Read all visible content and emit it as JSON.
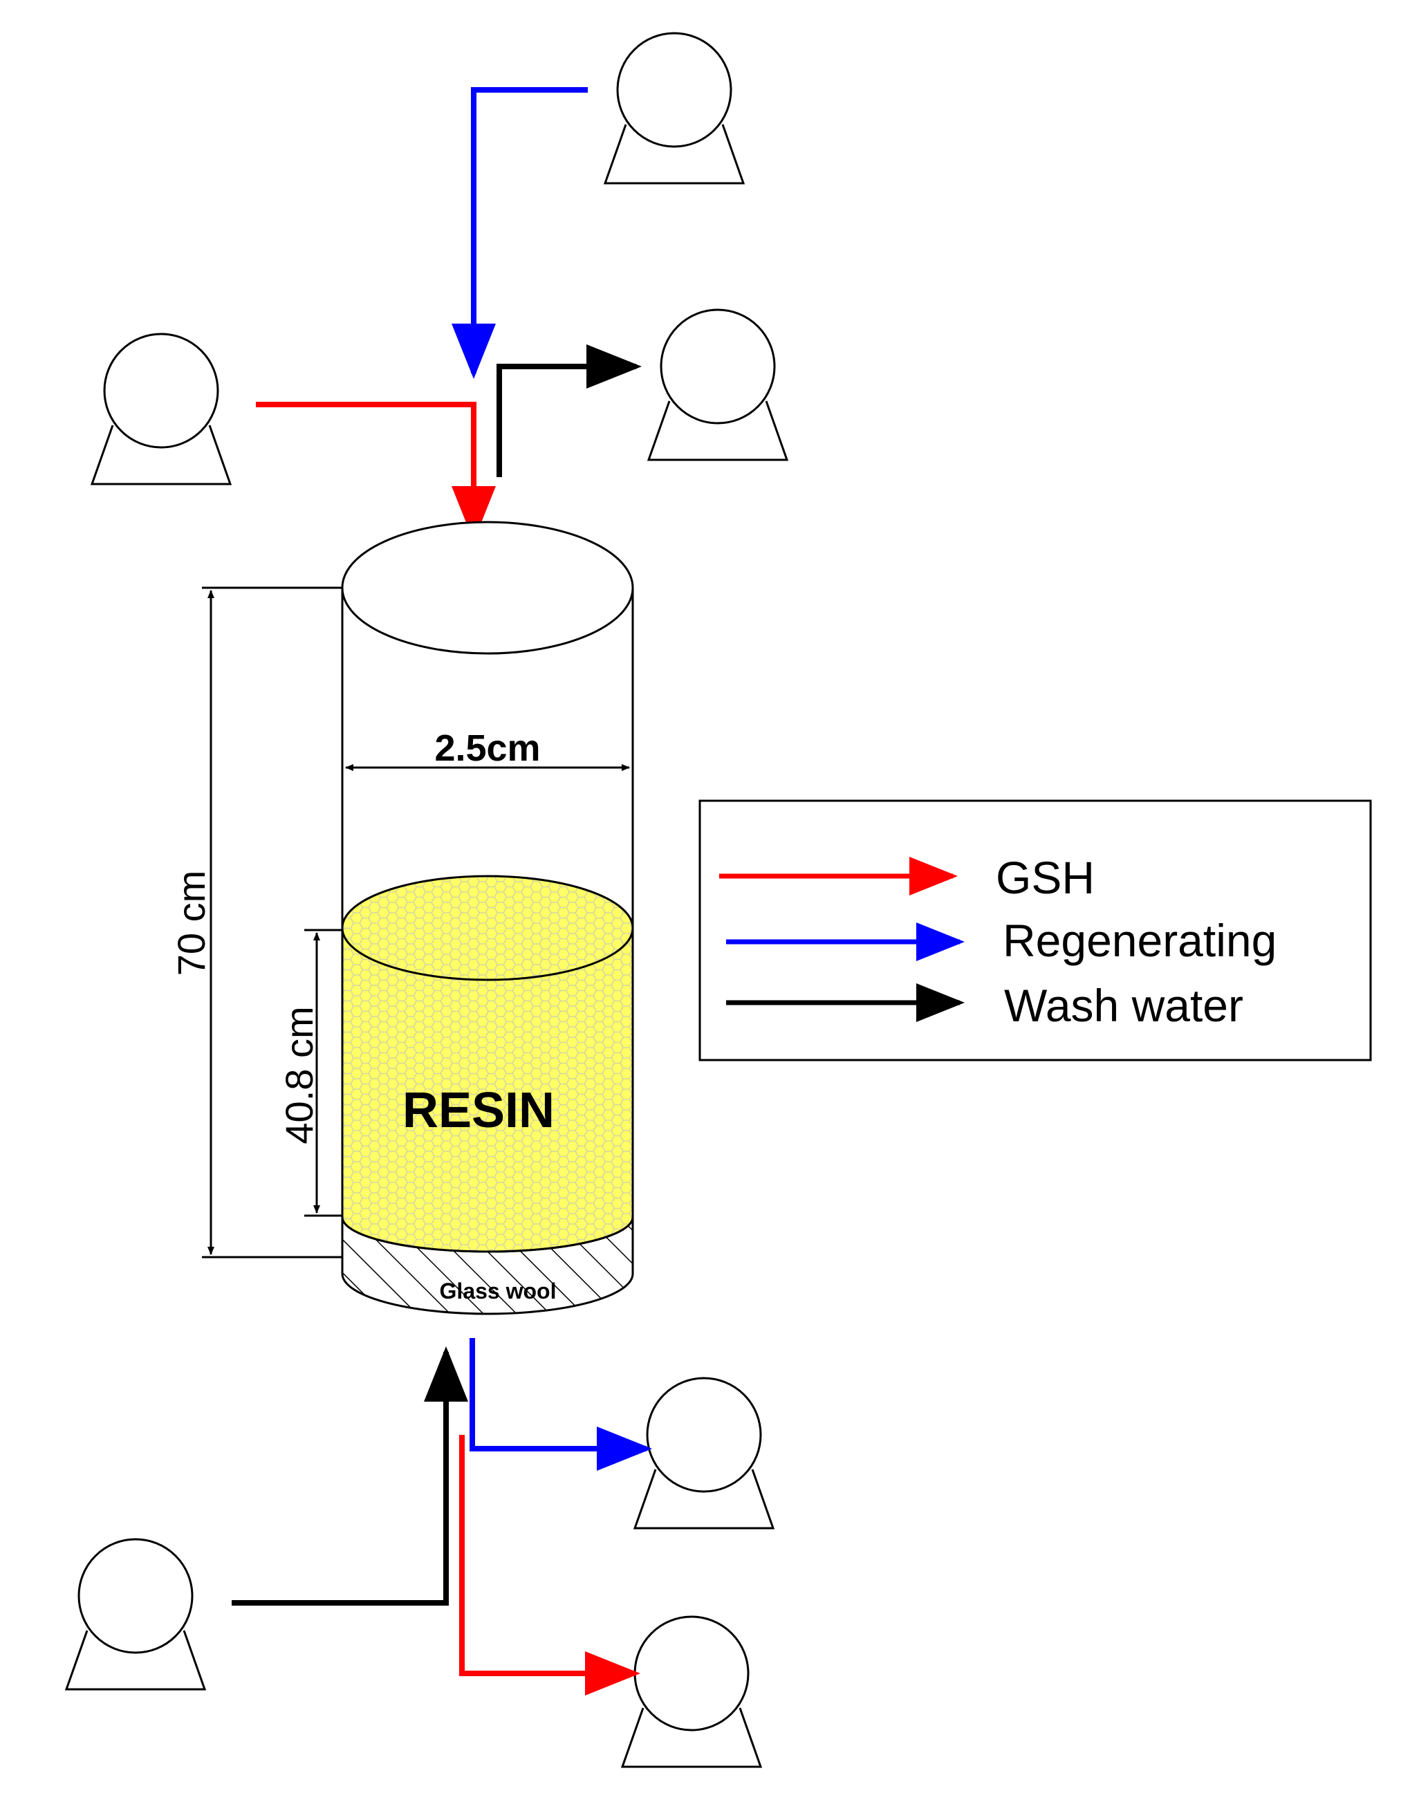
{
  "column": {
    "height_label": "70 cm",
    "bed_height_label": "40.8 cm",
    "diameter_label": "2.5cm",
    "resin_label": "RESIN",
    "support_label": "Glass wool",
    "resin_color": "#FFFF66"
  },
  "legend": {
    "items": [
      {
        "label": "GSH",
        "color": "#FF0000"
      },
      {
        "label": "Regenerating",
        "color": "#0000FF"
      },
      {
        "label": "Wash water",
        "color": "#000000"
      }
    ]
  },
  "icons": [
    "pump-icon"
  ]
}
